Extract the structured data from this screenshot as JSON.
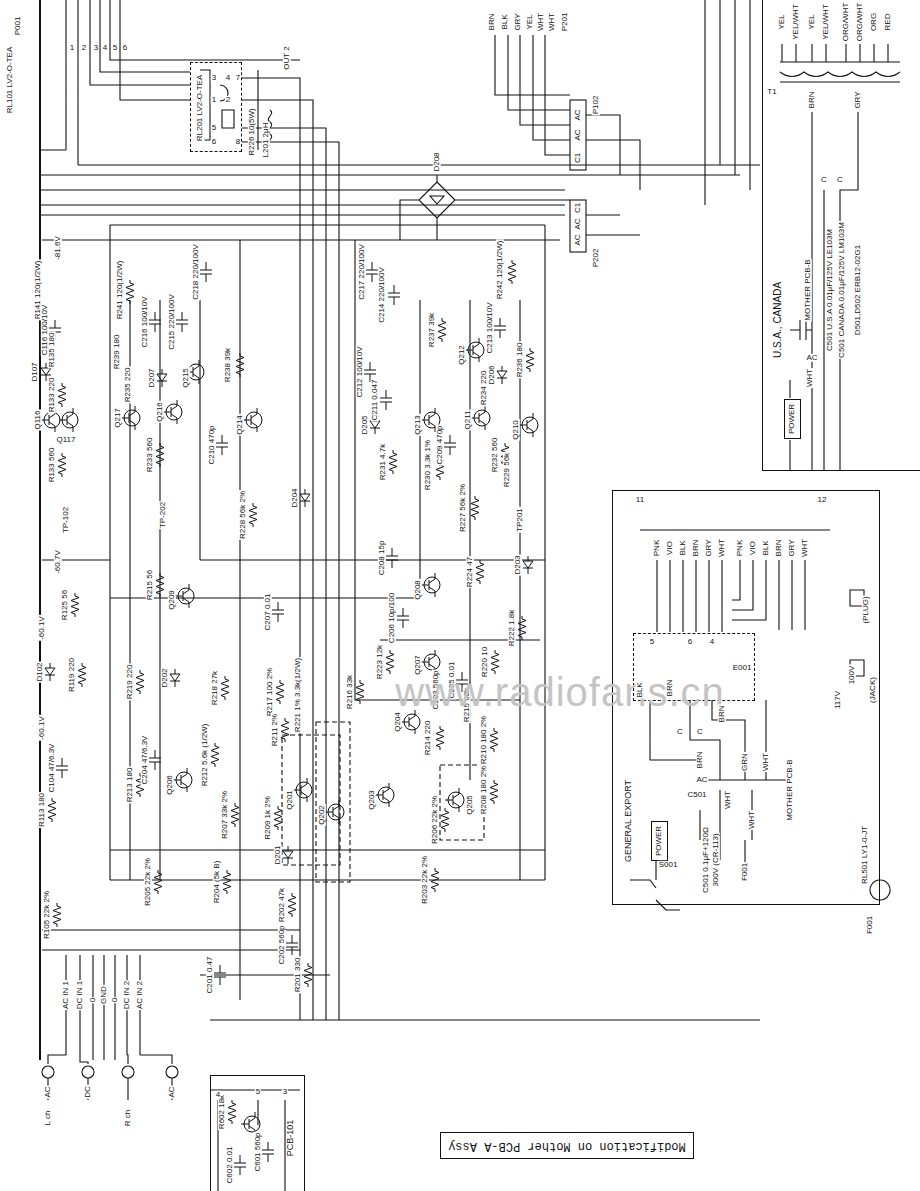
{
  "diagram": {
    "nodes": [
      {
        "text": [
          "U.S.A., CANADA"
        ]
      },
      {
        "text": [
          "POWER"
        ],
        "in": 0
      },
      {
        "text": [
          "RL201 LV2-O-TEA"
        ]
      },
      {
        "text": [
          "GENERAL EXPORT"
        ]
      },
      {
        "text": [
          "POWER"
        ],
        "in": 3
      },
      {
        "text": [
          "E001"
        ],
        "in": 3
      },
      {
        "text": [
          "PCB-101"
        ]
      },
      {
        "text": [
          "Modification on Mother PCB-A Assy"
        ]
      }
    ],
    "labels": [
      "P001",
      "1",
      "2",
      "3",
      "4",
      "5",
      "6",
      "RL101 LV2-O-TEA",
      "OUT 2",
      "3",
      "4",
      "7",
      "1",
      "2",
      "5",
      "6",
      "8",
      "R226 10(5W)",
      "L201 2μH",
      "BRN",
      "BLK",
      "GRY",
      "YEL",
      "WHT",
      "WHT",
      "P201",
      "P102",
      "AC",
      "AC",
      "C1",
      "C1",
      "AC",
      "AC",
      "P202",
      "D208",
      "-81.6V",
      "R141 120(1/2W)",
      "R241 120(1/2W)",
      "C218 220/100V",
      "C217 220/100V",
      "C214 220/100V",
      "R242 120(1/2W)",
      "C116 100/10V",
      "C216 100/10V",
      "C215 220/100V",
      "C213 100/10V",
      "R237 39k",
      "R239 180",
      "D107",
      "R135 180",
      "D207",
      "R235 220",
      "R238 39k",
      "Q215",
      "C212 100/10V",
      "Q212",
      "D206",
      "R236 180",
      "R133 220",
      "Q116",
      "Q117",
      "Q217",
      "Q216",
      "Q214",
      "C211 0.047",
      "Q213",
      "R234 220",
      "Q211",
      "Q210",
      "D205",
      "C209 470p",
      "R133 560",
      "R233 560",
      "C210 470p",
      "R231 4.7k",
      "R230 3.3k 1%",
      "R232 560",
      "R229 56k",
      "TP-102",
      "TP-202",
      "R228 56k 2%",
      "D204",
      "R227 56k 2%",
      "TP201",
      "-60.7V",
      "R125 56",
      "R215 56",
      "Q209",
      "C208 15p",
      "Q208",
      "R224 47",
      "D203",
      "-60.1V",
      "C207 0.01",
      "C206 10p/100",
      "R222 1.8k",
      "D102",
      "R119 220",
      "R219 220",
      "D202",
      "R218 27k",
      "R217 100 2%",
      "R221 1% 3.3k(1/2W)",
      "R223 12k",
      "Q207",
      "R220 10",
      "C205 0.01",
      "C203 560p",
      "R216 33k",
      "R215 68k",
      "R214 220",
      "-60.1V",
      "C104 47/6.3V",
      "C204 47/6.3V",
      "Q206",
      "R212 5.6k (1/2W)",
      "R211 2%",
      "Q204",
      "R210 180 2%",
      "R208 180 2%",
      "R213 180",
      "R113 180",
      "Q201",
      "Q203",
      "Q205",
      "R207 33k 2%",
      "R209 1k 2%",
      "Q202",
      "R206 22k 2%",
      "D201",
      "R105 22k 2%",
      "R205 22k 2%",
      "R204 (5k B)",
      "R203 22k 2%",
      "R202 47k",
      "C202 560p",
      "C201 0.47",
      "R201 330",
      "AC IN 1",
      "DC IN 1",
      "0",
      "GND",
      "0",
      "DC IN 2",
      "AC IN 2",
      "AC",
      "L ch",
      "DC",
      "R ch",
      "AC",
      "R602 18k",
      "C602 0.01",
      "C601 560p",
      "4",
      "5",
      "3",
      "www.radiofans.cn",
      "YEL",
      "YEL/WHT",
      "YEL",
      "YEL/WHT",
      "ORG/WHT",
      "ORG/WHT",
      "ORG",
      "RED",
      "T1",
      "BRN",
      "GRY",
      "C",
      "C",
      "MOTHER PCB-B",
      "C501 U.S.A 0.01μF/125V LE103M",
      "C501 CANADA 0.01μF/125V LM103M",
      "D501,D502 ERB12-02G1",
      "AC",
      "WHT",
      "11",
      "12",
      "PNK",
      "VIO",
      "BLK",
      "BRN",
      "GRY",
      "WHT",
      "PNK",
      "VIO",
      "BLK",
      "BRN",
      "GRY",
      "WHT",
      "5",
      "6",
      "4",
      "BLK",
      "BRN",
      "BRN",
      "C",
      "C",
      "BRN",
      "GRN",
      "WHT",
      "C501",
      "AC",
      "WHT",
      "WHT",
      "MOTHER PCB-B",
      "S001",
      "F001",
      "C501 0.1μF+120Ω",
      "300V (CR-113)",
      "RL501 LY1-0-JT",
      "F001",
      "(PLUG)",
      "(JACK)",
      "117V",
      "100V"
    ]
  }
}
